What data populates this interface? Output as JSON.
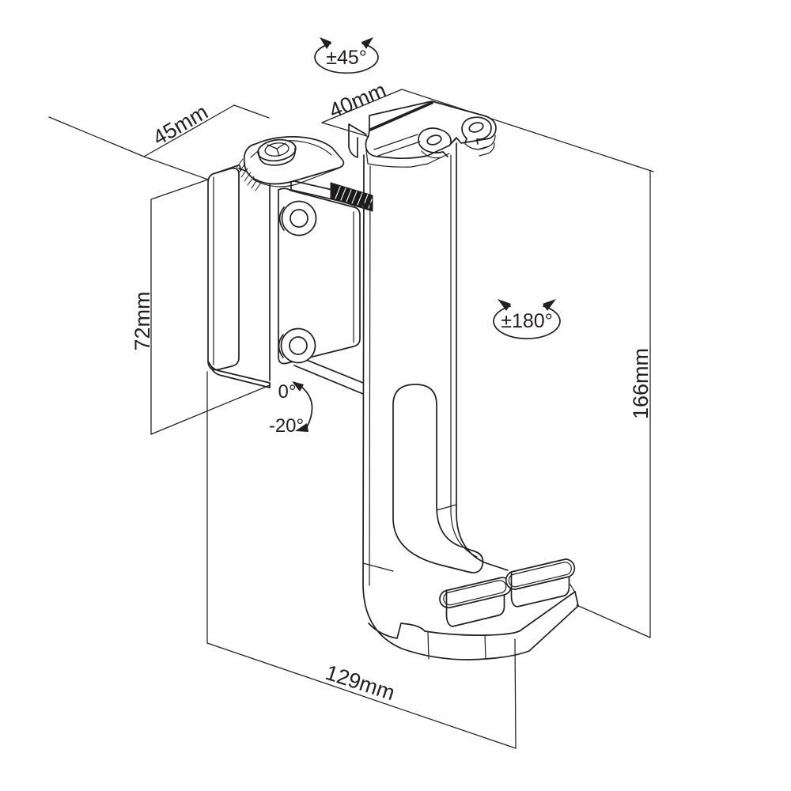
{
  "canvas": {
    "background": "#ffffff",
    "line_color": "#231f20"
  },
  "annotations": {
    "swivel_range": "±45°",
    "top_plate_width": "40mm",
    "top_depth": "45mm",
    "wall_plate_height": "72mm",
    "rotation_range": "±180°",
    "overall_height": "166mm",
    "base_length": "129mm",
    "tilt_upper": "0°",
    "tilt_lower": "-20°"
  }
}
